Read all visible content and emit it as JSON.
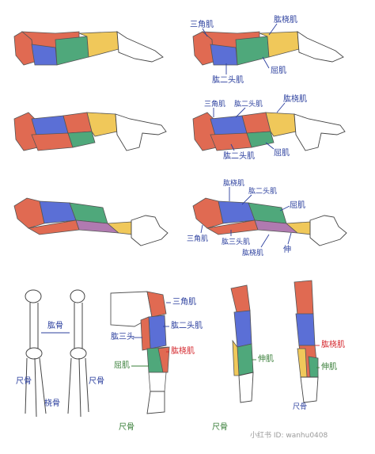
{
  "colors": {
    "deltoid": "#e06a52",
    "biceps": "#5b6fd6",
    "brachioradialis": "#f0c85a",
    "extensor": "#4fa87b",
    "triceps": "#b07ab0",
    "label_blue": "#2b3f9e",
    "label_red": "#d4262c",
    "label_green": "#3a7f3a"
  },
  "row1": {
    "labels": {
      "deltoid": "三角肌",
      "brachioradialis": "肱桡肌",
      "biceps": "肱二头肌",
      "extensor": "屈肌"
    }
  },
  "row2": {
    "labels": {
      "deltoid": "三角肌",
      "biceps_top": "肱二头肌",
      "brachioradialis": "肱桡肌",
      "biceps_bottom": "肱二头肌",
      "flexor": "屈肌"
    }
  },
  "row3": {
    "labels": {
      "brachioradialis": "肱桡肌",
      "biceps": "肱二头肌",
      "flexor": "屈肌",
      "deltoid": "三角肌",
      "triceps": "肱三头肌",
      "brachioradialis_bottom": "肱桡肌",
      "extensor": "伸"
    }
  },
  "row4": {
    "skeleton": {
      "humerus": "肱骨",
      "ulna": "尺骨",
      "radius": "桡骨",
      "ulna2": "尺骨"
    },
    "front": {
      "deltoid": "三角肌",
      "biceps": "肱二头肌",
      "triceps": "肱三头",
      "brachioradialis": "肱桡肌",
      "flexor": "屈肌",
      "caption": "尺骨"
    },
    "side": {
      "extensor": "伸肌",
      "caption": "尺骨"
    },
    "back": {
      "brachioradialis": "肱桡肌",
      "extensor": "伸肌",
      "ulna": "尺骨"
    }
  },
  "watermark": "小红书 ID: wanhu0408"
}
